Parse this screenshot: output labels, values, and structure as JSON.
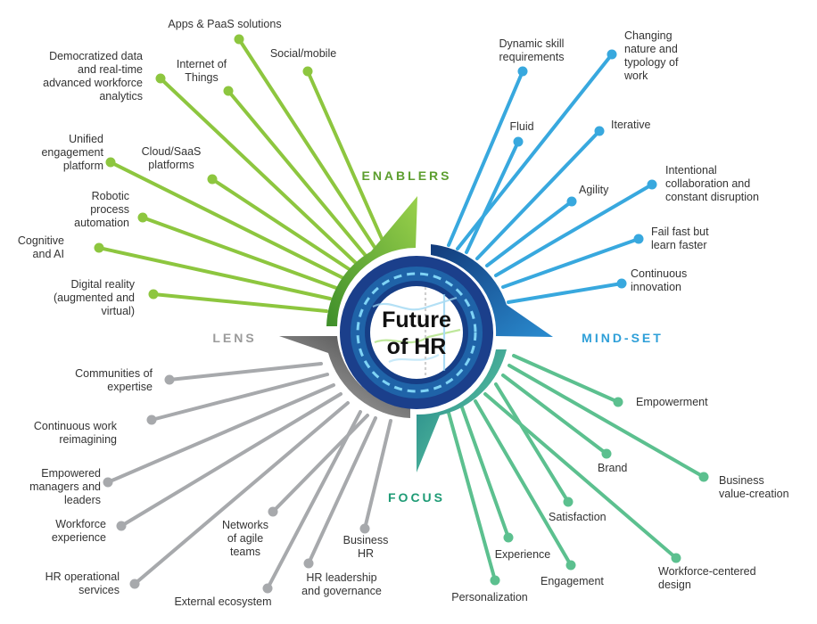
{
  "center": {
    "title_lines": [
      "Future",
      "of HR"
    ]
  },
  "colors": {
    "enablers": "#8DC63F",
    "mindset": "#38A8DE",
    "focus": "#5CC08F",
    "lens": "#A7A9AC",
    "enablers_text": "#5C9E2E",
    "mindset_text": "#2E9FD8",
    "focus_text": "#1E9B75",
    "lens_text": "#9B9B9B",
    "ring_dark": "#1B3F8B",
    "ring_mid": "#1E62A6"
  },
  "quadrants": {
    "enablers": "ENABLERS",
    "mindset": "MIND-SET",
    "focus": "FOCUS",
    "lens": "LENS"
  },
  "enablers": [
    {
      "lines": [
        "Apps & PaaS solutions"
      ]
    },
    {
      "lines": [
        "Social/mobile"
      ]
    },
    {
      "lines": [
        "Internet of",
        "Things"
      ]
    },
    {
      "lines": [
        "Democratized data",
        "and real-time",
        "advanced workforce",
        "analytics"
      ]
    },
    {
      "lines": [
        "Cloud/SaaS",
        "platforms"
      ]
    },
    {
      "lines": [
        "Unified",
        "engagement",
        "platform"
      ]
    },
    {
      "lines": [
        "Robotic",
        "process",
        "automation"
      ]
    },
    {
      "lines": [
        "Cognitive",
        "and AI"
      ]
    },
    {
      "lines": [
        "Digital reality",
        "(augmented and",
        "virtual)"
      ]
    }
  ],
  "mindset": [
    {
      "lines": [
        "Dynamic skill",
        "requirements"
      ]
    },
    {
      "lines": [
        "Changing",
        "nature and",
        "typology of",
        "work"
      ]
    },
    {
      "lines": [
        "Fluid"
      ]
    },
    {
      "lines": [
        "Iterative"
      ]
    },
    {
      "lines": [
        "Agility"
      ]
    },
    {
      "lines": [
        "Intentional",
        "collaboration and",
        "constant disruption"
      ]
    },
    {
      "lines": [
        "Fail fast but",
        "learn faster"
      ]
    },
    {
      "lines": [
        "Continuous",
        "innovation"
      ]
    }
  ],
  "focus": [
    {
      "lines": [
        "Empowerment"
      ]
    },
    {
      "lines": [
        "Business",
        "value-creation"
      ]
    },
    {
      "lines": [
        "Brand"
      ]
    },
    {
      "lines": [
        "Satisfaction"
      ]
    },
    {
      "lines": [
        "Workforce-centered",
        "design"
      ]
    },
    {
      "lines": [
        "Engagement"
      ]
    },
    {
      "lines": [
        "Experience"
      ]
    },
    {
      "lines": [
        "Personalization"
      ]
    }
  ],
  "lens": [
    {
      "lines": [
        "Communities of",
        "expertise"
      ]
    },
    {
      "lines": [
        "Continuous work",
        "reimagining"
      ]
    },
    {
      "lines": [
        "Empowered",
        "managers and",
        "leaders"
      ]
    },
    {
      "lines": [
        "Workforce",
        "experience"
      ]
    },
    {
      "lines": [
        "HR operational",
        "services"
      ]
    },
    {
      "lines": [
        "External ecosystem"
      ]
    },
    {
      "lines": [
        "HR leadership",
        "and governance"
      ]
    },
    {
      "lines": [
        "Networks",
        "of agile",
        "teams"
      ]
    },
    {
      "lines": [
        "Business",
        "HR"
      ]
    }
  ]
}
